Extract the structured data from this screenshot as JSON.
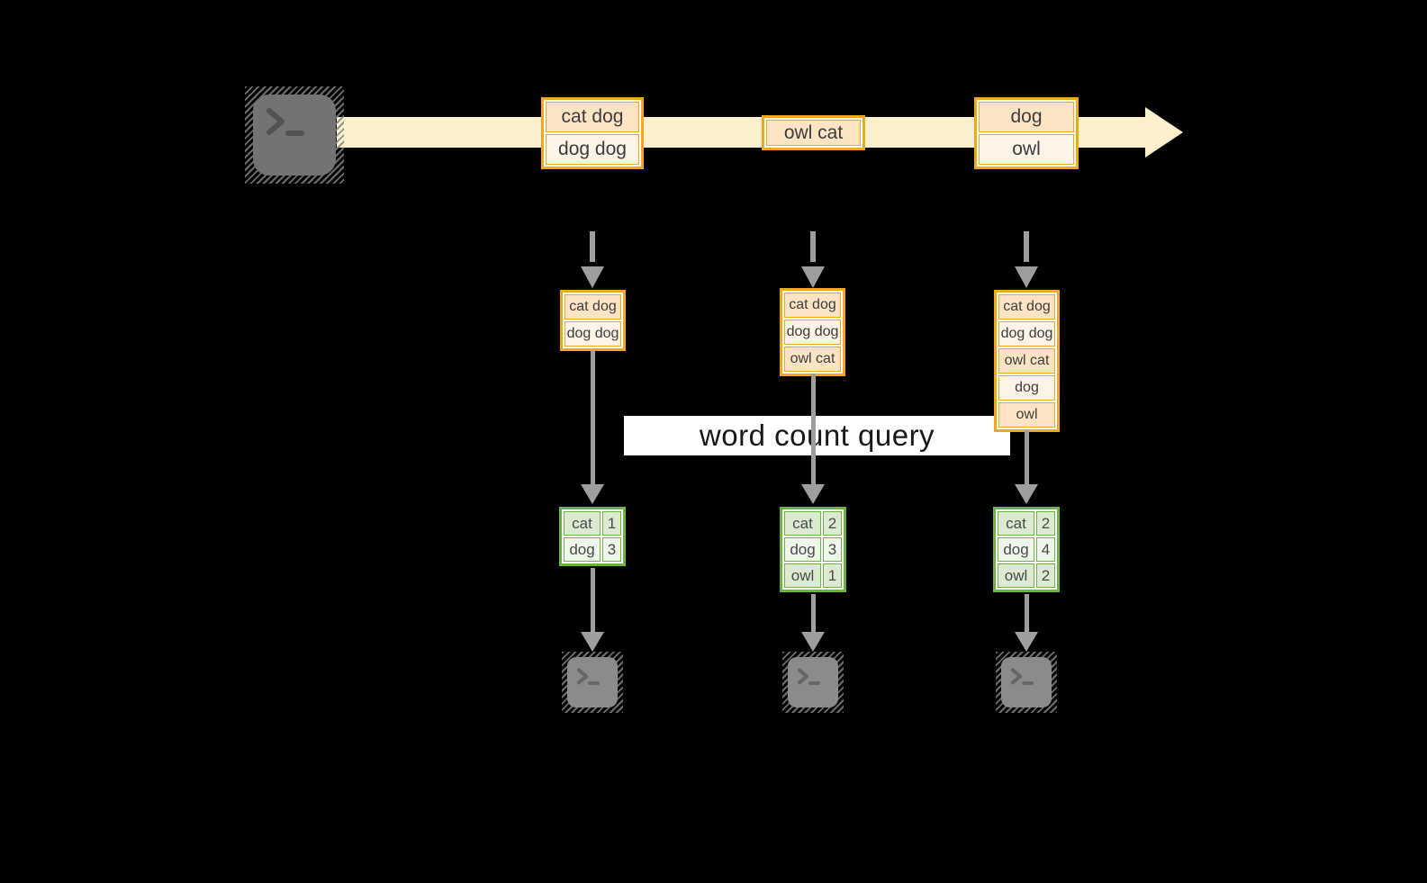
{
  "query_label": "word count query",
  "stream_batches": [
    {
      "rows": [
        "cat dog",
        "dog dog"
      ]
    },
    {
      "rows": [
        "owl cat"
      ]
    },
    {
      "rows": [
        "dog",
        "owl"
      ]
    }
  ],
  "state_stacks": [
    {
      "rows": [
        "cat dog",
        "dog dog"
      ]
    },
    {
      "rows": [
        "cat dog",
        "dog dog",
        "owl cat"
      ]
    },
    {
      "rows": [
        "cat dog",
        "dog dog",
        "owl cat",
        "dog",
        "owl"
      ]
    }
  ],
  "count_tables": [
    {
      "rows": [
        {
          "word": "cat",
          "count": "1"
        },
        {
          "word": "dog",
          "count": "3"
        }
      ]
    },
    {
      "rows": [
        {
          "word": "cat",
          "count": "2"
        },
        {
          "word": "dog",
          "count": "3"
        },
        {
          "word": "owl",
          "count": "1"
        }
      ]
    },
    {
      "rows": [
        {
          "word": "cat",
          "count": "2"
        },
        {
          "word": "dog",
          "count": "4"
        },
        {
          "word": "owl",
          "count": "2"
        }
      ]
    }
  ],
  "icons": {
    "source": "terminal-icon",
    "sinks": [
      "terminal-icon",
      "terminal-icon",
      "terminal-icon"
    ]
  },
  "colors": {
    "background": "#000000",
    "stream_band": "#fdf0cd",
    "orange_border": "#f0a81e",
    "peach_dark": "#fbe3c4",
    "peach_light": "#fdf3e6",
    "green_border": "#6cb340",
    "green_cell_dark": "#dcead2",
    "green_cell_light": "#eef5e9",
    "arrow_gray": "#9e9e9e",
    "terminal_gray": "#737373",
    "query_panel": "#ffffff"
  }
}
